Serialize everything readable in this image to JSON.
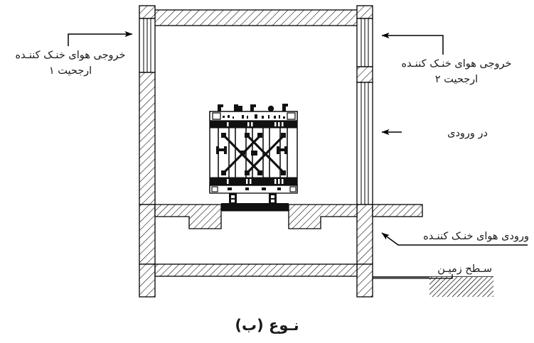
{
  "figure": {
    "caption": "نـوع (ب)",
    "kind": "architectural-section",
    "subject": "transformer-substation-room-ventilation-section"
  },
  "labels": {
    "cooling_air_outlet_1": {
      "line1": "خروجی هوای خنـک کننـده",
      "line2": "ارجحیت ۱"
    },
    "cooling_air_outlet_2": {
      "line1": "خروجی هوای خنـک کننـده",
      "line2": "ارجحیت ۲"
    },
    "entry_door": "در ورودی",
    "cooling_air_inlet": "ورودی هوای خنـک کننـده",
    "ground_level": "سـطح زمیـن"
  },
  "elements": {
    "roof_slab": "roof-slab",
    "left_wall": "left-wall",
    "right_wall": "right-wall",
    "mid_floor_slab": "mid-floor-slab",
    "lower_floor_slab": "lower-floor-slab",
    "left_vent_opening": "left-upper-vent-opening",
    "right_vent_opening": "right-upper-vent-opening",
    "door_panel": "door-panel",
    "transformer": "dry-type-transformer",
    "transformer_base_rail": "transformer-base-rail",
    "ground_hatch": "ground-level-hatch"
  },
  "colors": {
    "line": "#000000",
    "fill": "#ffffff",
    "text": "#1a1a1a",
    "solid_black": "#111111"
  }
}
